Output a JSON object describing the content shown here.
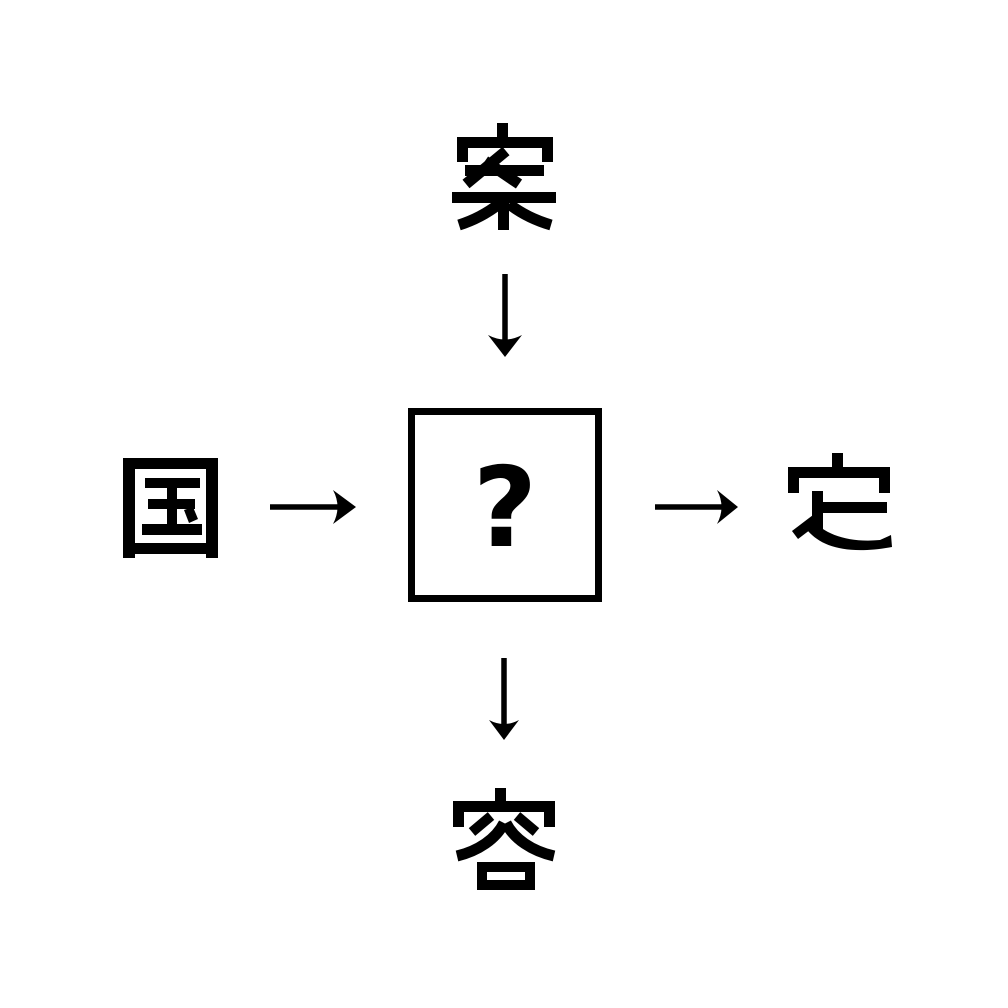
{
  "puzzle": {
    "center_box": {
      "value": "?"
    },
    "characters": {
      "top": "案",
      "left": "国",
      "right": "定",
      "bottom": "容"
    },
    "arrows": [
      {
        "name": "top-to-center",
        "direction": "down"
      },
      {
        "name": "left-to-center",
        "direction": "right"
      },
      {
        "name": "center-to-right",
        "direction": "right"
      },
      {
        "name": "center-to-bottom",
        "direction": "down"
      }
    ],
    "colors": {
      "ink": "#000000",
      "background": "#ffffff"
    }
  }
}
